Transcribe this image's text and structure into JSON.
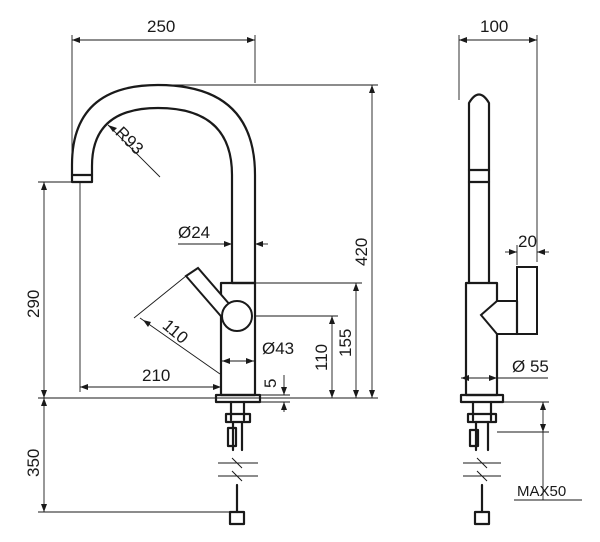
{
  "front_view": {
    "overall_width": "250",
    "spout_radius": "R93",
    "spout_diameter": "Ø24",
    "total_height": "420",
    "spout_height": "290",
    "handle_length": "110",
    "body_diameter": "Ø43",
    "handle_height": "155",
    "body_height": "110",
    "spout_reach": "210",
    "base_thickness": "5",
    "hose_length": "350"
  },
  "side_view": {
    "depth": "100",
    "handle_width": "20",
    "base_diameter": "Ø 55",
    "max_deck_thickness": "MAX50"
  }
}
